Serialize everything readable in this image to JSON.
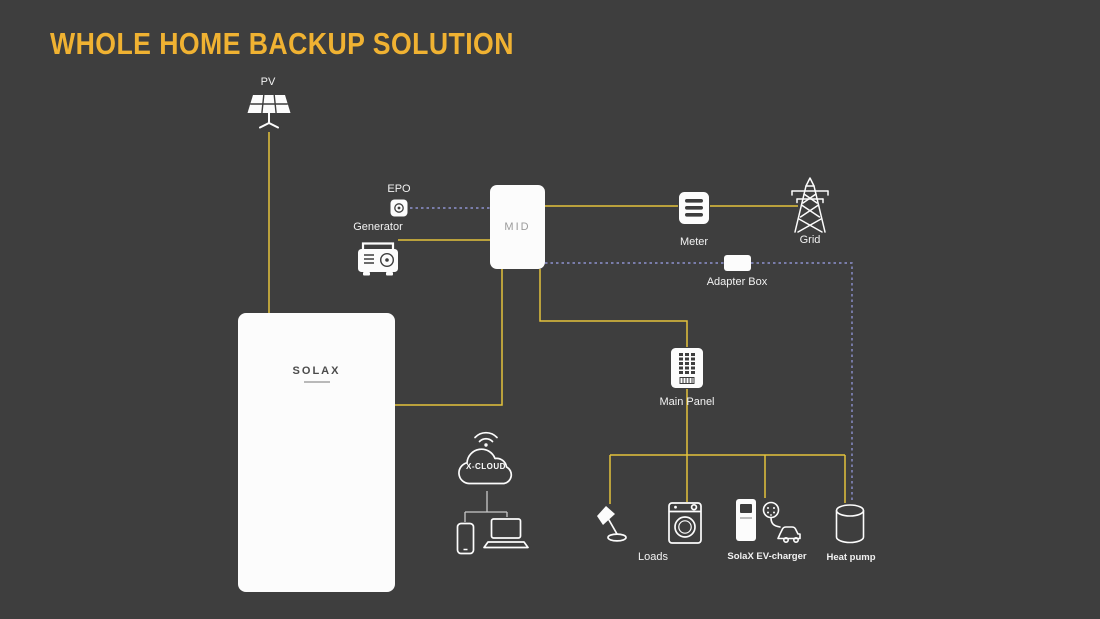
{
  "title": "WHOLE HOME BACKUP SOLUTION",
  "colors": {
    "background": "#3e3e3e",
    "accent_title": "#f0b232",
    "wire_yellow": "#e3c23c",
    "wire_dashed_purple": "#8d92cf",
    "component_white": "#fcfcfc"
  },
  "nodes": {
    "pv": {
      "label": "PV"
    },
    "epo": {
      "label": "EPO"
    },
    "generator": {
      "label": "Generator"
    },
    "mid": {
      "label": "MID"
    },
    "meter": {
      "label": "Meter"
    },
    "grid": {
      "label": "Grid"
    },
    "adapter_box": {
      "label": "Adapter Box"
    },
    "battery": {
      "brand": "SOLAX"
    },
    "xcloud": {
      "label": "X-CLOUD"
    },
    "main_panel": {
      "label": "Main Panel"
    },
    "loads": {
      "label": "Loads"
    },
    "ev_charger": {
      "label": "SolaX EV-charger"
    },
    "heat_pump": {
      "label": "Heat pump"
    }
  }
}
